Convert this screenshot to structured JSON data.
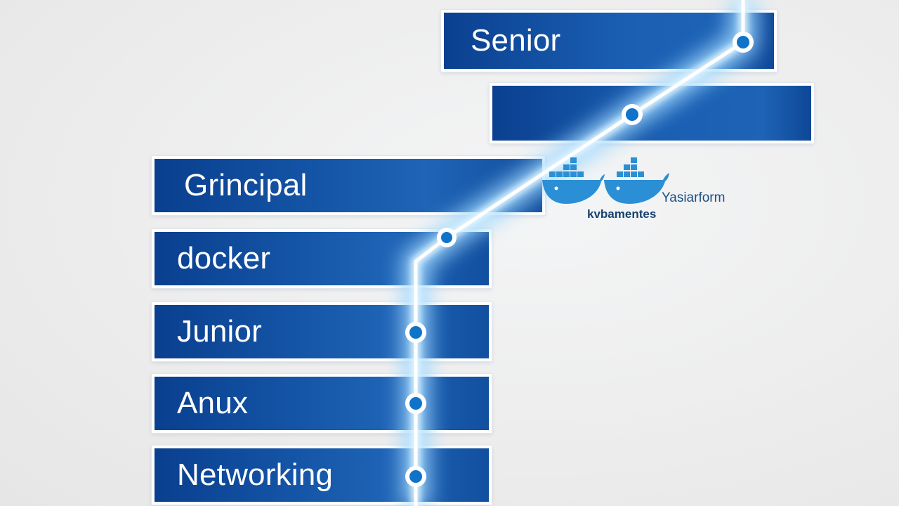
{
  "levels": [
    {
      "label": "Senior"
    },
    {
      "label": ""
    },
    {
      "label": "Grincipal"
    },
    {
      "label": "docker"
    },
    {
      "label": "Junior"
    },
    {
      "label": "Anux"
    },
    {
      "label": "Networking"
    }
  ],
  "logos": {
    "icon_names": [
      "docker-whale-icon",
      "docker-whale-icon"
    ],
    "terraform_text": "Yasiarform",
    "kubernetes_text": "kvbamentes"
  },
  "colors": {
    "bar_dark": "#0a3f8f",
    "bar_light": "#1f64b6",
    "glow": "#bfe6ff",
    "node_fill": "#0f74c9",
    "logo_blue": "#2b8fd6"
  }
}
